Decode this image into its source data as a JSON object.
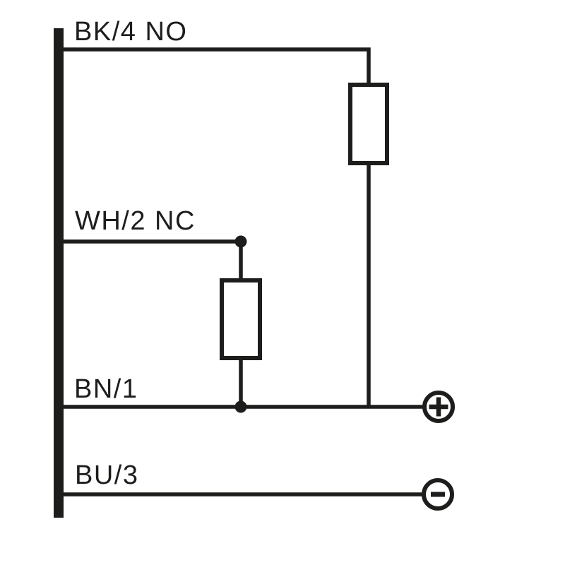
{
  "figure": {
    "type": "sensor-output-wiring-diagram",
    "background_color": "#ffffff",
    "stroke_color": "#1d1d1b"
  },
  "labels": {
    "no_wire": "BK/4 NO",
    "nc_wire": "WH/2 NC",
    "plus_wire": "BN/1",
    "minus_wire": "BU/3"
  },
  "terminals": {
    "positive": "+",
    "negative": "−"
  },
  "icons": {
    "supply_rail": "sensor-terminal-bar",
    "load_top": "resistor-load-icon",
    "load_middle": "resistor-load-icon",
    "junction_top": "junction-dot-icon",
    "junction_bottom": "junction-dot-icon",
    "positive_terminal": "plus-terminal-icon",
    "negative_terminal": "minus-terminal-icon"
  }
}
